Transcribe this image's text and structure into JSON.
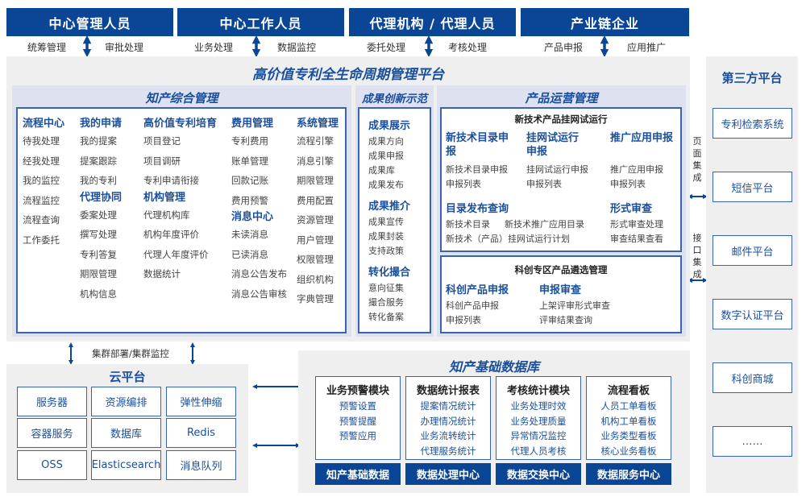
{
  "roles": [
    {
      "title": "中心管理人员",
      "left": "统筹管理",
      "right": "审批处理"
    },
    {
      "title": "中心工作人员",
      "left": "业务处理",
      "right": "数据监控"
    },
    {
      "title": "代理机构 / 代理人员",
      "left": "委托处理",
      "right": "考核处理"
    },
    {
      "title": "产业链企业",
      "left": "产品申报",
      "right": "应用推广"
    }
  ],
  "platform": {
    "title": "高价值专利全生命周期管理平台"
  },
  "ip_mgmt": {
    "title": "知产综合管理",
    "columns": [
      [
        {
          "h": "流程中心",
          "items": [
            "待我处理",
            "经我处理",
            "我的监控",
            "流程监控",
            "流程查询",
            "工作委托"
          ]
        }
      ],
      [
        {
          "h": "我的申请",
          "items": [
            "我的提案",
            "提案跟踪",
            "我的专利"
          ]
        },
        {
          "h": "代理协同",
          "items": [
            "委案处理",
            "撰写处理",
            "专利答复",
            "期限管理",
            "机构信息"
          ]
        }
      ],
      [
        {
          "h": "高价值专利培育",
          "items": [
            "项目登记",
            "项目调研",
            "专利申请衔接"
          ]
        },
        {
          "h": "机构管理",
          "items": [
            "代理机构库",
            "机构年度评价",
            "代理人年度评价",
            "数据统计"
          ]
        }
      ],
      [
        {
          "h": "费用管理",
          "items": [
            "专利费用",
            "账单管理",
            "回款记账",
            "费用预警"
          ]
        },
        {
          "h": "消息中心",
          "items": [
            "未读消息",
            "已读消息",
            "消息公告发布",
            "消息公告审核"
          ]
        }
      ],
      [
        {
          "h": "系统管理",
          "items": [
            "流程引擎",
            "消息引擎",
            "期限管理",
            "费用配置",
            "资源管理",
            "用户管理",
            "权限管理",
            "组织机构",
            "字典管理"
          ]
        }
      ]
    ]
  },
  "achievements": {
    "title": "成果创新示范",
    "groups": [
      {
        "h": "成果展示",
        "items": [
          "成果方向",
          "成果申报",
          "成果库",
          "成果发布"
        ]
      },
      {
        "h": "成果推介",
        "items": [
          "成果宣传",
          "成果封装",
          "支持政策"
        ]
      },
      {
        "h": "转化撮合",
        "items": [
          "意向征集",
          "撮合服务",
          "转化备案"
        ]
      }
    ]
  },
  "product_ops": {
    "title": "产品运营管理",
    "trial": {
      "title": "新技术产品挂网试运行",
      "g1": {
        "h": "新技术目录申报",
        "items": [
          "新技术目录申报",
          "申报列表"
        ]
      },
      "g2": {
        "h": "挂网试运行申报",
        "items": [
          "挂网试运行申报",
          "申报列表"
        ]
      },
      "g3": {
        "h": "推广应用申报",
        "items": [
          "推广应用申报",
          "申报列表"
        ]
      },
      "g4": {
        "h": "目录发布查询",
        "items": [
          "新技术目录",
          "新技术推广应用目录",
          "新技术（产品）挂网试运行计划"
        ]
      },
      "g5": {
        "h": "形式审查",
        "items": [
          "形式审查处理",
          "审查结果查看"
        ]
      }
    },
    "kc": {
      "title": "科创专区产品遴选管理",
      "g1": {
        "h": "科创产品申报",
        "items": [
          "科创产品申报",
          "申报列表"
        ]
      },
      "g2": {
        "h": "申报审查",
        "items": [
          "上架评审形式审查",
          "评审结果查询"
        ]
      }
    }
  },
  "integration": {
    "page": "页面集成",
    "api": "接口集成"
  },
  "third_party": {
    "title": "第三方平台",
    "items": [
      "专利检索系统",
      "短信平台",
      "邮件平台",
      "数字认证平台",
      "科创商城",
      "……"
    ]
  },
  "cluster_label": "集群部署/集群监控",
  "cloud": {
    "title": "云平台",
    "items": [
      "服务器",
      "资源编排",
      "弹性伸缩",
      "容器服务",
      "数据库",
      "Redis",
      "OSS",
      "Elasticsearch",
      "消息队列"
    ]
  },
  "database": {
    "title": "知产基础数据库",
    "modules": [
      {
        "h": "业务预警模块",
        "items": [
          "预警设置",
          "预警提醒",
          "预警应用"
        ],
        "footer": "知产基础数据"
      },
      {
        "h": "数据统计报表",
        "items": [
          "提案情况统计",
          "办理情况统计",
          "业务流转统计",
          "代理服务统计"
        ],
        "footer": "数据处理中心"
      },
      {
        "h": "考核统计模块",
        "items": [
          "业务处理时效",
          "业务处理质量",
          "异常情况监控",
          "代理人员考核"
        ],
        "footer": "数据交换中心"
      },
      {
        "h": "流程看板",
        "items": [
          "人员工单看板",
          "机构工单看板",
          "业务类型看板",
          "核心业务看板"
        ],
        "footer": "数据服务中心"
      }
    ]
  },
  "colors": {
    "primary": "#0b4596",
    "accent_text": "#1a4f9c",
    "panel": "#efefef",
    "subpanel": "#dde1f0"
  }
}
